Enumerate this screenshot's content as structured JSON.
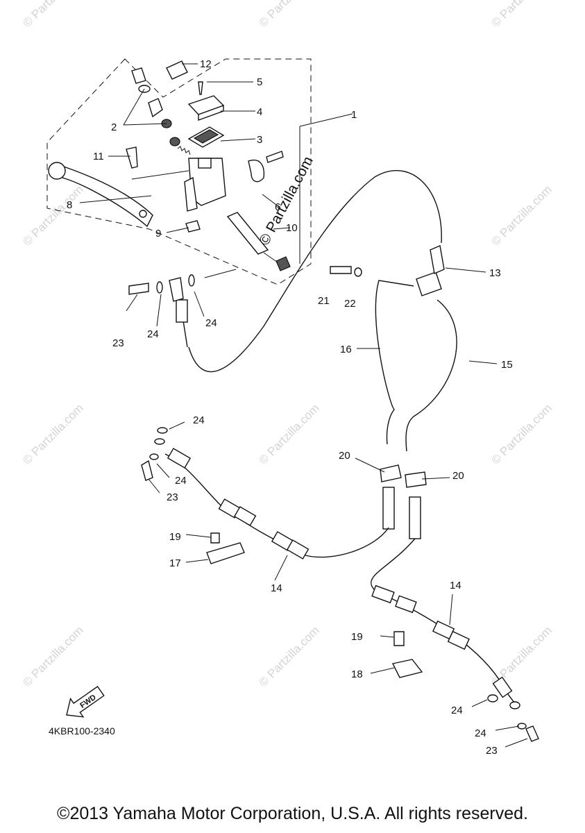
{
  "watermark": "© Partzilla.com",
  "watermark_center": "© Partzilla.com",
  "fwd_label": "FWD",
  "diagram_code": "4KBR100-2340",
  "copyright": "©2013 Yamaha Motor Corporation, U.S.A. All rights reserved.",
  "callouts": [
    "1",
    "2",
    "3",
    "4",
    "5",
    "6",
    "8",
    "9",
    "10",
    "11",
    "12",
    "13",
    "14",
    "14",
    "15",
    "16",
    "17",
    "18",
    "19",
    "19",
    "20",
    "20",
    "21",
    "22",
    "23",
    "23",
    "23",
    "24",
    "24",
    "24",
    "24",
    "24",
    "24"
  ]
}
